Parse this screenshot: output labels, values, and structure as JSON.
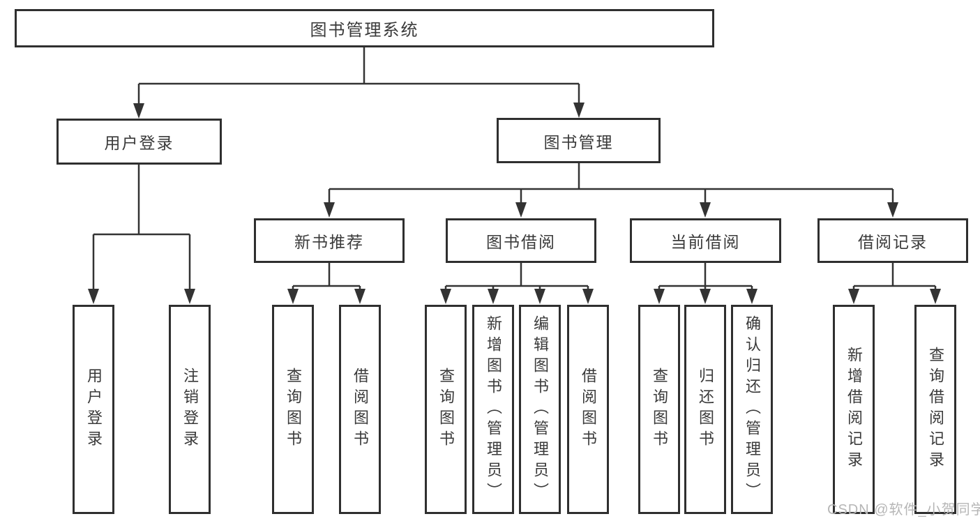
{
  "tree": {
    "root": {
      "label": "图书管理系统",
      "children": [
        {
          "label": "用户登录",
          "children": [
            {
              "label": "用户登录"
            },
            {
              "label": "注销登录"
            }
          ]
        },
        {
          "label": "图书管理",
          "children": [
            {
              "label": "新书推荐",
              "children": [
                {
                  "label": "查询图书"
                },
                {
                  "label": "借阅图书"
                }
              ]
            },
            {
              "label": "图书借阅",
              "children": [
                {
                  "label": "查询图书"
                },
                {
                  "label": "新增图书（管理员）"
                },
                {
                  "label": "编辑图书（管理员）"
                },
                {
                  "label": "借阅图书"
                }
              ]
            },
            {
              "label": "当前借阅",
              "children": [
                {
                  "label": "查询图书"
                },
                {
                  "label": "归还图书"
                },
                {
                  "label": "确认归还（管理员）"
                }
              ]
            },
            {
              "label": "借阅记录",
              "children": [
                {
                  "label": "新增借阅记录"
                },
                {
                  "label": "查询借阅记录"
                }
              ]
            }
          ]
        }
      ]
    }
  },
  "watermark": {
    "text": "CSDN @软件_小贺同学"
  },
  "colors": {
    "background": "#ffffff",
    "box_border": "#2f2f2f",
    "line": "#333333",
    "text": "#3a3a3a",
    "watermark": "#b6b6b6"
  }
}
